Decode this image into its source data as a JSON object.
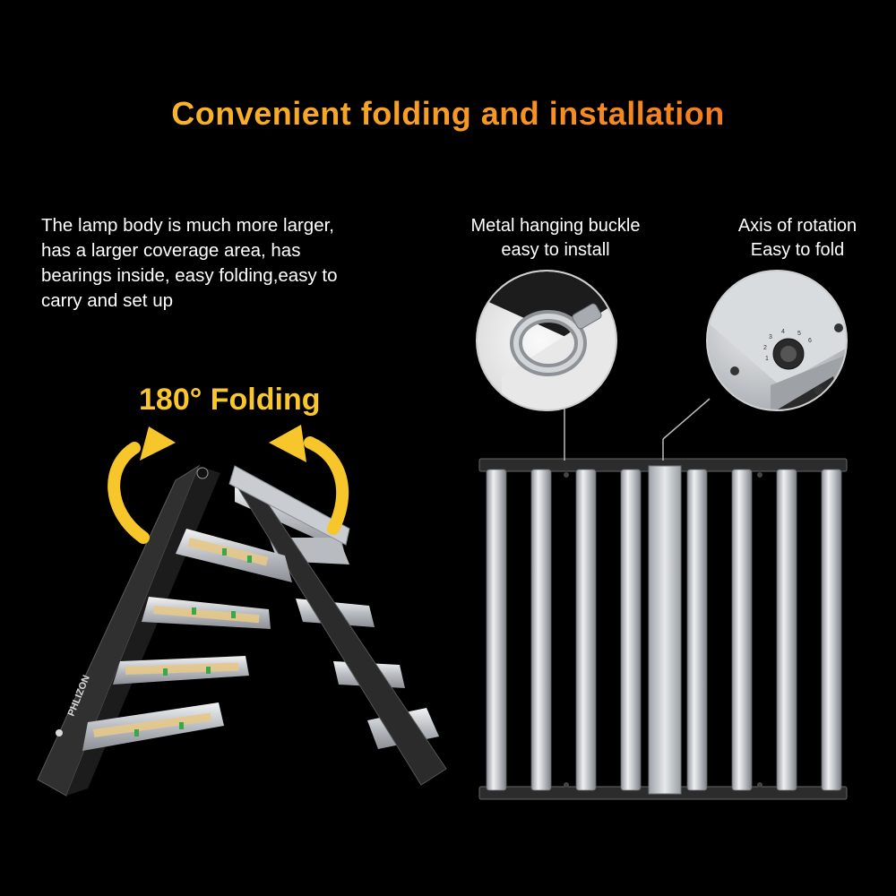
{
  "headline": "Convenient folding and installation",
  "description": {
    "lines": [
      "The lamp body is much more larger,",
      "has a larger coverage area, has",
      "bearings inside, easy folding,easy to",
      "carry and set up"
    ]
  },
  "folding": {
    "label": "180° Folding",
    "brand_mark": "PHLIZON"
  },
  "callouts": {
    "buckle": {
      "line1": "Metal hanging buckle",
      "line2": "easy to install"
    },
    "axis": {
      "line1": "Axis of rotation",
      "line2": "Easy to fold"
    }
  },
  "knob_scale": [
    "1",
    "2",
    "3",
    "4",
    "5",
    "6"
  ],
  "colors": {
    "background": "#000000",
    "headline_start": "#f9c32a",
    "headline_end": "#f06a1c",
    "accent_yellow": "#f9c62c",
    "frame": "#2a2a2a",
    "bar_silver": "#cfd2d6"
  },
  "icons": [
    "fold-arrow-left-icon",
    "fold-arrow-right-icon"
  ]
}
